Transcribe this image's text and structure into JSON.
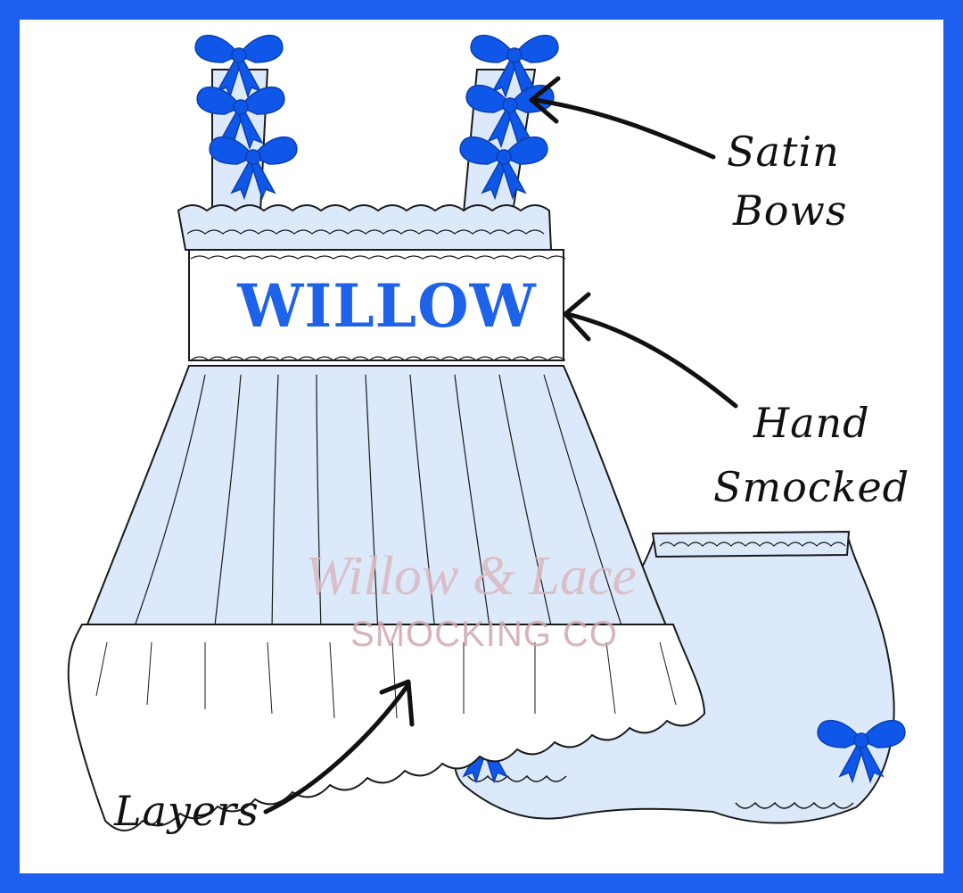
{
  "colors": {
    "frame": "#1f5ff0",
    "fabric": "#dbe9fb",
    "bow": "#0f57e8",
    "outline": "#1a1a1a",
    "smock_panel": "#ffffff",
    "watermark": "#d9b8be"
  },
  "embroidery": {
    "name": "WILLOW"
  },
  "callouts": {
    "satin_bows": {
      "line1": "Satin",
      "line2": "Bows"
    },
    "hand_smocked": {
      "line1": "Hand",
      "line2": "Smocked"
    },
    "layers": {
      "line1": "Layers"
    }
  },
  "watermark": {
    "script": "Willow & Lace",
    "caps": "SMOCKING CO"
  },
  "icons": [
    "bow-icon",
    "arrow-icon"
  ]
}
